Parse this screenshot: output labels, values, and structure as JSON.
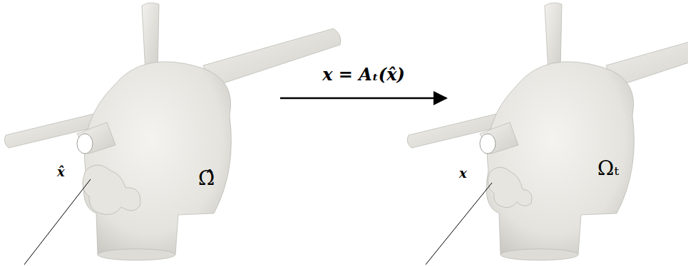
{
  "diagram": {
    "labels": [
      "x = Aₜ(x̂)",
      "x̂",
      "Ω̂",
      "x",
      "Ωₜ"
    ]
  }
}
